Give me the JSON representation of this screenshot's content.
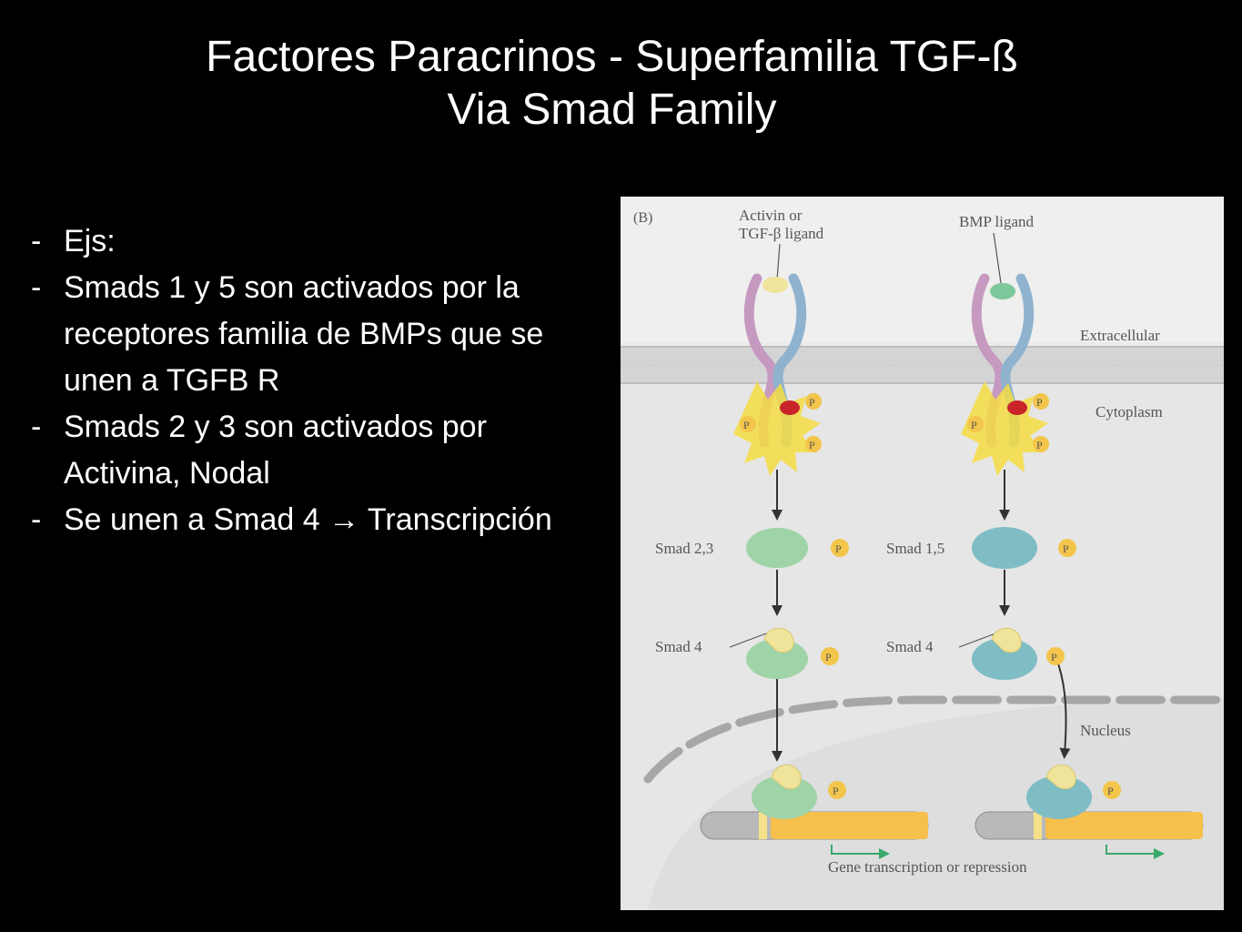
{
  "slide": {
    "title_line1": "Factores Paracrinos  - Superfamilia TGF-ß",
    "title_line2": "Via Smad Family",
    "bullets": [
      "Ejs:",
      "Smads 1 y 5 son activados por la receptores familia de BMPs que se unen a TGFB R",
      "Smads 2 y 3 son activados por Activina, Nodal",
      "Se unen a Smad 4 → Transcripción"
    ]
  },
  "figure": {
    "panel_label": "(B)",
    "left_ligand": [
      "Activin or",
      "TGF-β ligand"
    ],
    "right_ligand": "BMP ligand",
    "extracellular": "Extracellular",
    "cytoplasm": "Cytoplasm",
    "nucleus": "Nucleus",
    "smad_left": "Smad 2,3",
    "smad_right": "Smad 1,5",
    "smad4": "Smad 4",
    "phospho": "P",
    "gene_label": "Gene transcription or repression",
    "colors": {
      "smad23": "#9fd3a8",
      "smad15": "#7fbdc4",
      "smad4": "#f0e39a",
      "phospho": "#f3c54b",
      "receptor_pink": "#c69ac0",
      "receptor_blue": "#8fb3cf",
      "membrane": "#d4d4d4"
    }
  }
}
